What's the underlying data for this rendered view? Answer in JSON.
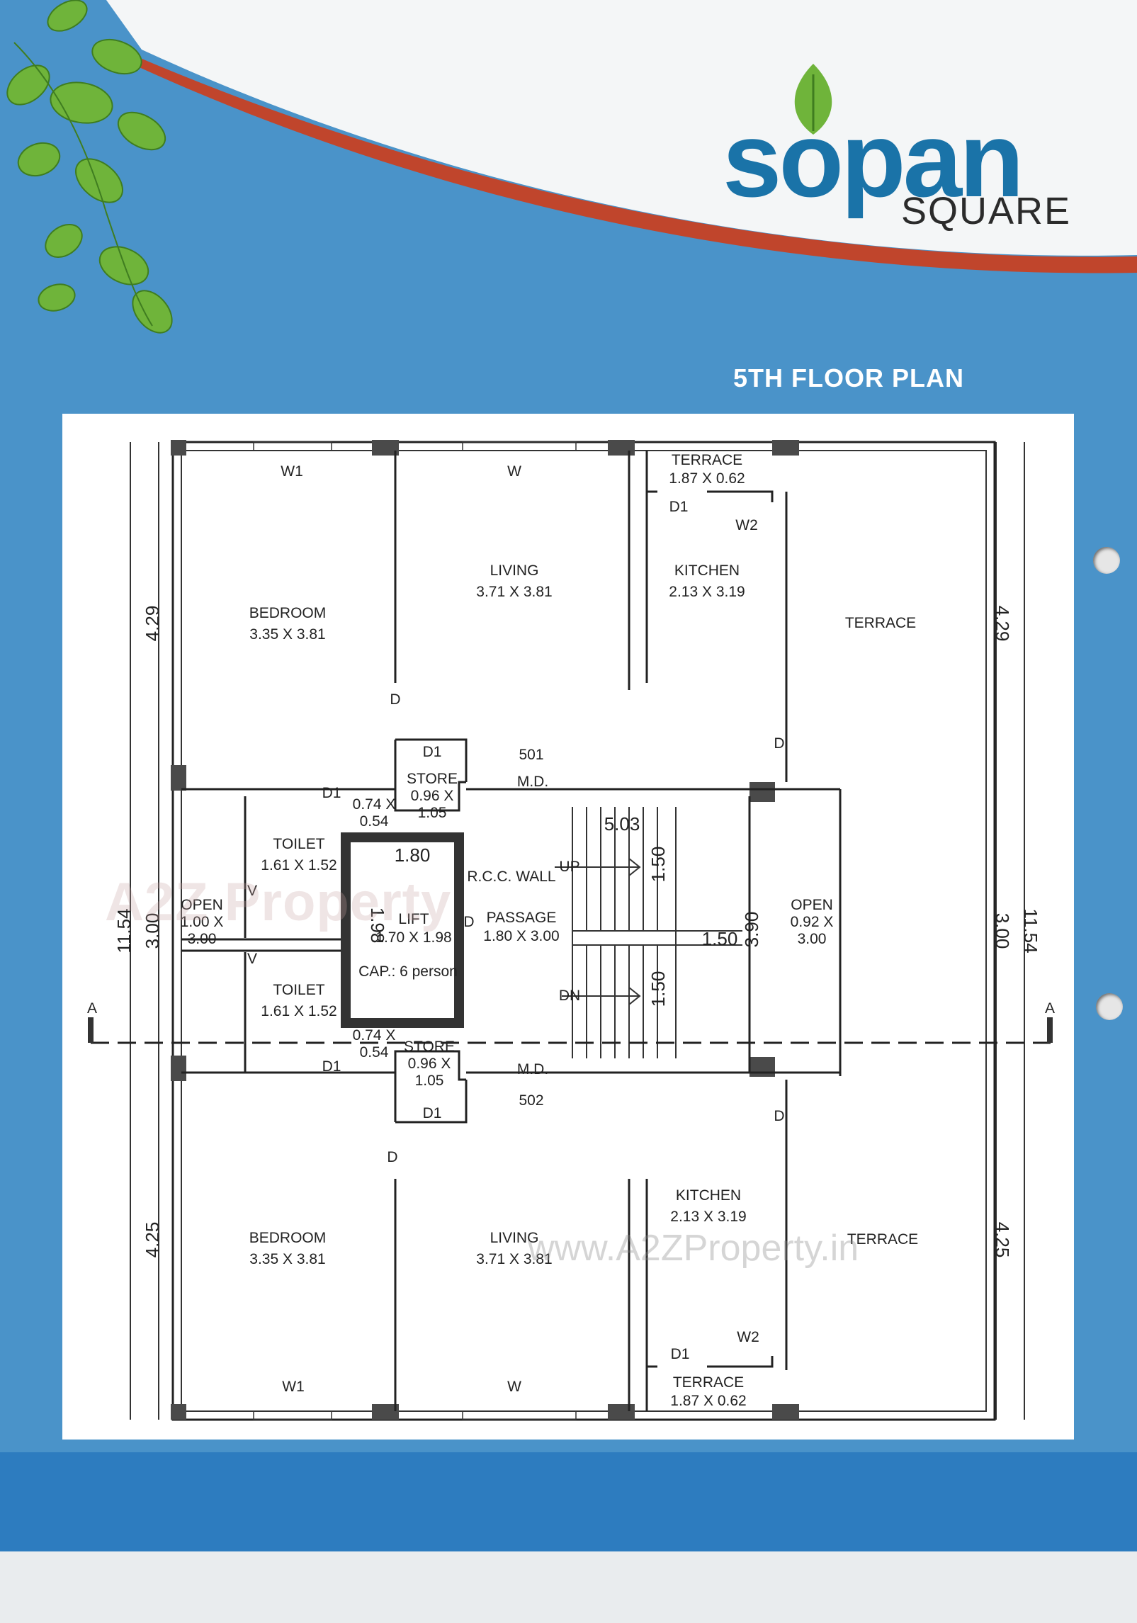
{
  "brand": {
    "name": "sopan",
    "subname": "SQUARE"
  },
  "plan_title": "5TH FLOOR PLAN",
  "watermark": {
    "logo_text": "A2Z Property",
    "url": "www.A2ZProperty.in"
  },
  "colors": {
    "page_blue": "#4a93c9",
    "curve_red": "#c0452c",
    "brand_blue": "#1a73a8",
    "leaf_green": "#6fb43a",
    "bottom_band": "#2d7cbf"
  },
  "rooms": {
    "bedroom_top": {
      "name": "BEDROOM",
      "size": "3.35 X 3.81"
    },
    "living_top": {
      "name": "LIVING",
      "size": "3.71 X 3.81"
    },
    "kitchen_top": {
      "name": "KITCHEN",
      "size": "2.13 X 3.19"
    },
    "terrace_top_small": {
      "name": "TERRACE",
      "size": "1.87 X 0.62"
    },
    "terrace_top": {
      "name": "TERRACE"
    },
    "store_top": {
      "name": "STORE",
      "size_a": "0.96 X",
      "size_b": "1.05"
    },
    "toilet_top": {
      "name": "TOILET",
      "size": "1.61 X 1.52"
    },
    "shaft_top": {
      "size_a": "0.74 X",
      "size_b": "0.54"
    },
    "open_left": {
      "name": "OPEN",
      "size_a": "1.00 X",
      "size_b": "3.00"
    },
    "lift": {
      "name": "LIFT",
      "size": "1.70 X 1.98",
      "cap": "CAP.: 6 person",
      "dim_w": "1.80",
      "dim_h": "1.98"
    },
    "rcc": {
      "name": "R.C.C. WALL"
    },
    "passage": {
      "name": "PASSAGE",
      "size": "1.80 X 3.00"
    },
    "stair": {
      "up": "UP",
      "dn": "DN",
      "dim_top": "5.03",
      "dim_w": "1.50",
      "dim_a": "1.50",
      "dim_b": "1.50",
      "dim_h": "3.90"
    },
    "open_right": {
      "name": "OPEN",
      "size_a": "0.92 X",
      "size_b": "3.00"
    },
    "toilet_bottom": {
      "name": "TOILET",
      "size": "1.61 X 1.52"
    },
    "shaft_bottom": {
      "size_a": "0.74 X",
      "size_b": "0.54"
    },
    "store_bottom": {
      "name": "STORE",
      "size_a": "0.96 X",
      "size_b": "1.05"
    },
    "bedroom_bottom": {
      "name": "BEDROOM",
      "size": "3.35 X 3.81"
    },
    "living_bottom": {
      "name": "LIVING",
      "size": "3.71 X 3.81"
    },
    "kitchen_bottom": {
      "name": "KITCHEN",
      "size": "2.13 X 3.19"
    },
    "terrace_bottom": {
      "name": "TERRACE"
    },
    "terrace_bottom_small": {
      "name": "TERRACE",
      "size": "1.87 X 0.62"
    }
  },
  "flats": {
    "top": "501",
    "bottom": "502"
  },
  "doors": {
    "d": "D",
    "d1": "D1",
    "md": "M.D.",
    "w": "W",
    "w1": "W1",
    "w2": "W2",
    "v": "V"
  },
  "section": {
    "left": "A",
    "right": "A"
  },
  "dimensions": {
    "top": "4.29",
    "middle": "3.00",
    "bottom": "4.25",
    "overall": "11.54"
  }
}
